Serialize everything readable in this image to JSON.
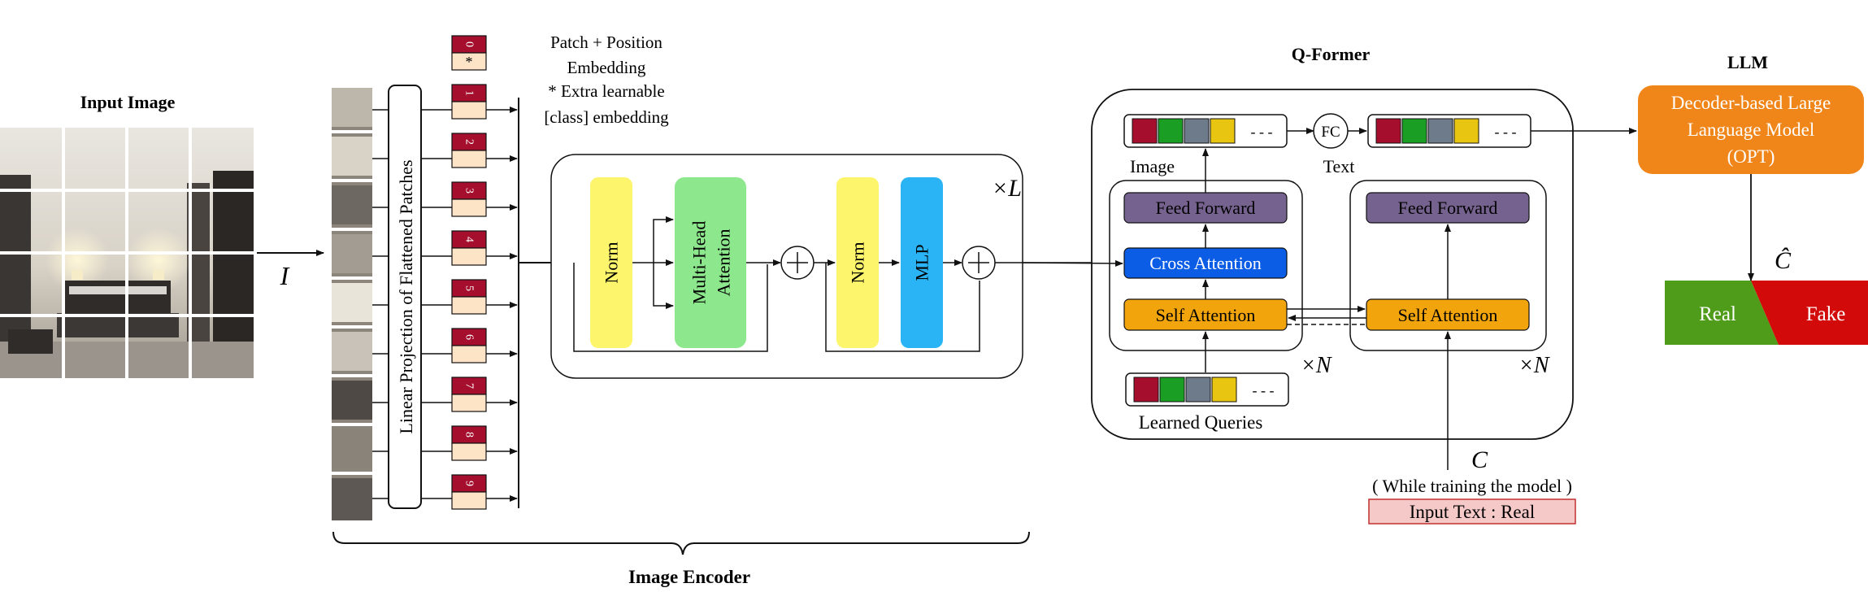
{
  "input": {
    "title": "Input Image",
    "symbol": "I"
  },
  "encoder": {
    "projection_label": "Linear Projection of Flattened Patches",
    "patch_tokens": [
      "0",
      "1",
      "2",
      "3",
      "4",
      "5",
      "6",
      "7",
      "8",
      "9"
    ],
    "cls_marker": "*",
    "legend": {
      "line1": "Patch + Position",
      "line2": "Embedding",
      "line3": "* Extra learnable",
      "line4": "[class] embedding"
    },
    "block": {
      "norm1": "Norm",
      "attention_line1": "Multi-Head",
      "attention_line2": "Attention",
      "norm2": "Norm",
      "mlp": "MLP",
      "repeat": "×L"
    },
    "brace_label": "Image Encoder"
  },
  "qformer": {
    "title": "Q-Former",
    "image_label": "Image",
    "text_label": "Text",
    "fc_label": "FC",
    "ellipsis": "- - -",
    "left": {
      "feed_forward": "Feed Forward",
      "cross_attention": "Cross Attention",
      "self_attention": "Self Attention",
      "repeat": "×N"
    },
    "right": {
      "feed_forward": "Feed Forward",
      "self_attention": "Self Attention",
      "repeat": "×N"
    },
    "queries_label": "Learned Queries",
    "token_colors": [
      "#a50f2d",
      "#1a9e24",
      "#6d7b8a",
      "#e8c511"
    ]
  },
  "caption_input": {
    "symbol": "C",
    "note": "( While training the model )",
    "text": "Input Text : Real"
  },
  "llm": {
    "title": "LLM",
    "line1": "Decoder-based Large",
    "line2": "Language Model",
    "line3": "(OPT)",
    "output_symbol": "Ĉ",
    "real_label": "Real",
    "fake_label": "Fake"
  },
  "colors": {
    "norm": "#fdf56b",
    "attention": "#8de88d",
    "mlp": "#2ab4f5",
    "feed_forward": "#75628e",
    "cross_attention": "#0b5de6",
    "self_attention": "#f1a40c",
    "llm": "#f0861a",
    "real": "#4f9b1a",
    "fake": "#d20a0a",
    "token_red": "#a50f2d",
    "token_beige": "#fde4c7",
    "input_text_fill": "#f6c9c9",
    "input_text_border": "#c0302e"
  }
}
